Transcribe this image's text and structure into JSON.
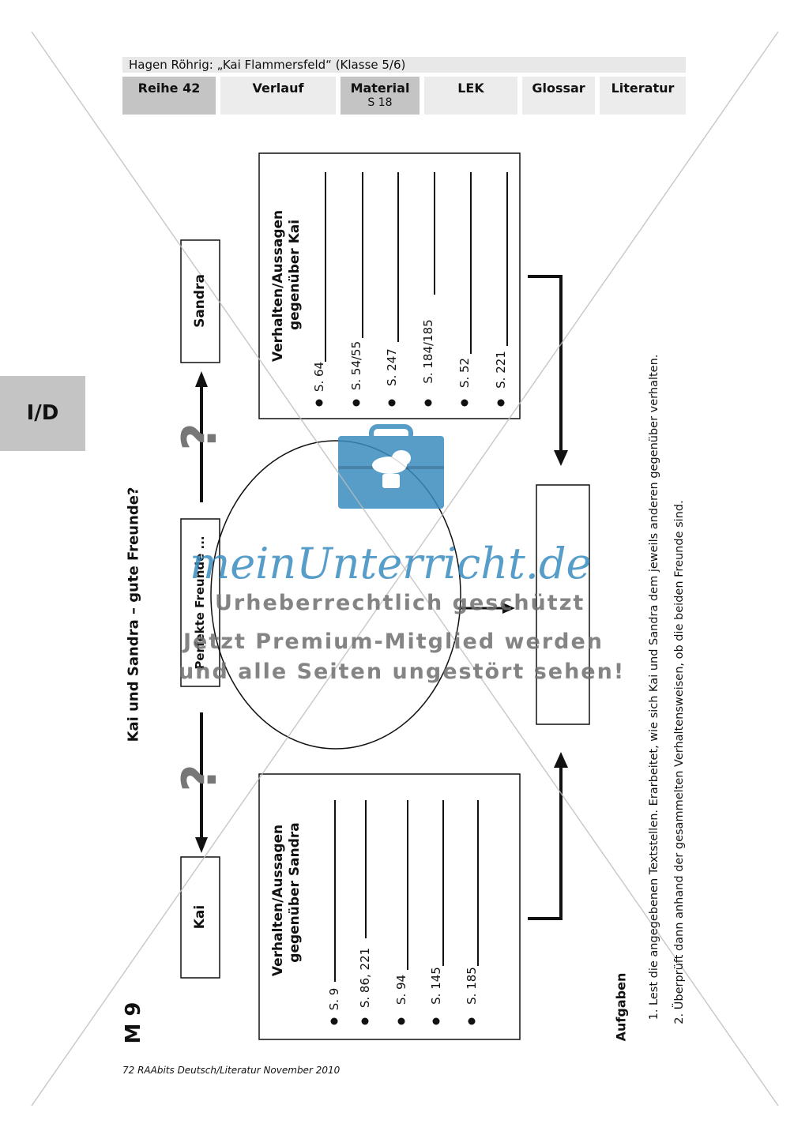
{
  "header": {
    "title": "Hagen Röhrig: „Kai Flammersfeld“ (Klasse 5/6)",
    "tabs": [
      {
        "label": "Reihe 42",
        "sub": ""
      },
      {
        "label": "Verlauf",
        "sub": ""
      },
      {
        "label": "Material",
        "sub": "S 18"
      },
      {
        "label": "LEK",
        "sub": ""
      },
      {
        "label": "Glossar",
        "sub": ""
      },
      {
        "label": "Literatur",
        "sub": ""
      }
    ]
  },
  "side_tab": "I/D",
  "worksheet": {
    "id": "M 9",
    "title": "Kai und Sandra – gute Freunde?",
    "kai": "Kai",
    "sandra": "Sandra",
    "center": "Perfekte Freunde ...",
    "question_mark": "?",
    "box_sandra_title_1": "Verhalten/Aussagen",
    "box_sandra_title_2": "gegenüber Sandra",
    "box_kai_title_1": "Verhalten/Aussagen",
    "box_kai_title_2": "gegenüber Kai",
    "refs_sandra": [
      "S. 9",
      "S. 86, 221",
      "S. 94",
      "S. 145",
      "S. 185"
    ],
    "refs_kai": [
      "S. 64",
      "S. 54/55",
      "S. 247",
      "S. 184/185",
      "S. 52",
      "S. 221"
    ]
  },
  "tasks": {
    "heading": "Aufgaben",
    "items": [
      "1. Lest die angegebenen Textstellen. Erarbeitet, wie sich Kai und Sandra dem jeweils anderen gegenüber verhalten.",
      "2. Überprüft dann anhand der gesammelten Verhaltensweisen, ob die beiden Freunde sind."
    ]
  },
  "watermark": {
    "brand": "meinUnterricht.de",
    "line1": "Urheberrechtlich geschützt",
    "line2": "Jetzt Premium-Mitglied werden",
    "line3": "und alle Seiten ungestört sehen!"
  },
  "footer": "72 RAAbits Deutsch/Literatur November 2010"
}
